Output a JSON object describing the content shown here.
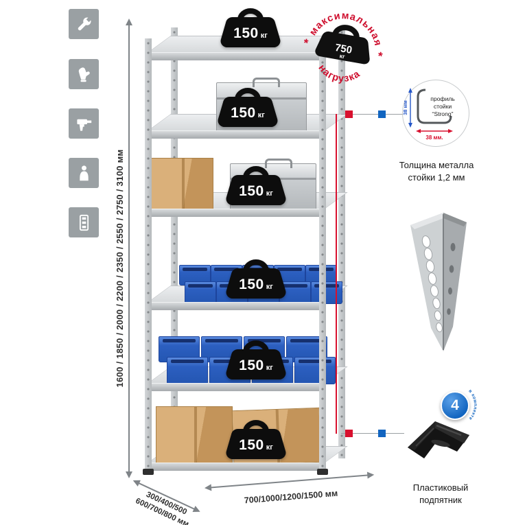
{
  "colors": {
    "accent_red": "#d8102e",
    "accent_blue": "#1265c0",
    "stamp_red": "#ce0e2d",
    "icon_bg": "#9aa0a3",
    "bin_blue": "#2c5fc0",
    "cardboard": "#d2a76d",
    "metal": "#d6d9db"
  },
  "feature_icons": [
    {
      "name": "wrench"
    },
    {
      "name": "gloves"
    },
    {
      "name": "drill"
    },
    {
      "name": "person"
    },
    {
      "name": "rack"
    }
  ],
  "dimensions": {
    "height": "1600 / 1850 / 2000 / 2200 / 2350 / 2550 / 2750 / 3100 мм",
    "depth_line1": "300/400/500",
    "depth_line2": "600/700/800 мм",
    "width": "700/1000/1200/1500 мм"
  },
  "shelves": [
    {
      "load": "150",
      "unit": "кг"
    },
    {
      "load": "150",
      "unit": "кг"
    },
    {
      "load": "150",
      "unit": "кг"
    },
    {
      "load": "150",
      "unit": "кг"
    },
    {
      "load": "150",
      "unit": "кг"
    },
    {
      "load": "150",
      "unit": "кг"
    }
  ],
  "stamp": {
    "arc_top": "максимальная",
    "arc_bottom": "нагрузка",
    "star": "*",
    "value": "750",
    "unit": "кг"
  },
  "profile_detail": {
    "label_line1": "профиль",
    "label_line2": "стойки",
    "label_line3": "“Strong”",
    "height_dim": "38 мм",
    "width_dim": "38 мм.",
    "caption_line1": "Толщина металла",
    "caption_line2": "стойки 1,2 мм"
  },
  "foot_detail": {
    "badge_value": "4",
    "badge_label": "в комплекте",
    "caption_line1": "Пластиковый",
    "caption_line2": "подпятник"
  }
}
